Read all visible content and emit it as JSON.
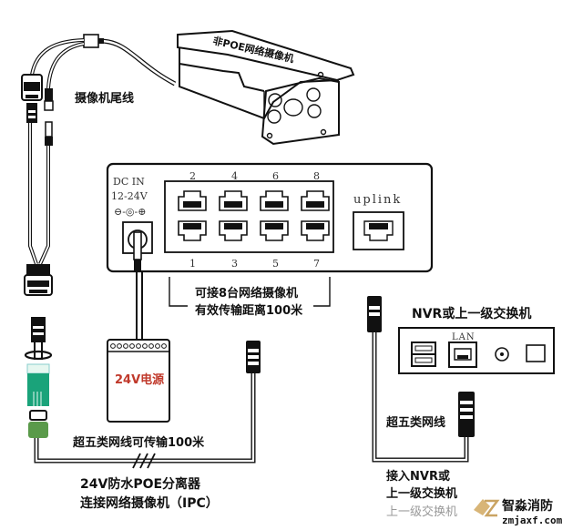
{
  "camera": {
    "label": "非POE网络摄像机",
    "tail_cable_label": "摄像机尾线"
  },
  "switch": {
    "dc_in_label": "DC IN",
    "voltage_label": "12-24V",
    "polarity_label": "⊖-◎-⊕",
    "uplink_label": "uplink",
    "port_numbers_top": [
      "2",
      "4",
      "6",
      "8"
    ],
    "port_numbers_bottom": [
      "1",
      "3",
      "5",
      "7"
    ],
    "caption_line1": "可接8台网络摄像机",
    "caption_line2": "有效传输距离100米"
  },
  "power_supply": {
    "label": "24V电源",
    "label_color": "#c0392b"
  },
  "cable": {
    "cat5e_100m_label": "超五类网线可传输100米",
    "cat5e_label": "超五类网线"
  },
  "splitter": {
    "caption_line1": "24V防水POE分离器",
    "caption_line2": "连接网络摄像机（IPC）",
    "accent_color": "#1aa37a",
    "boot_color": "#5a9a4a"
  },
  "nvr": {
    "title": "NVR或上一级交换机",
    "lan_label": "LAN",
    "connect_line1": "接入NVR或",
    "connect_line2": "上一级交换机",
    "faded_label": "上一级交换机"
  },
  "watermark": {
    "name": "智淼消防",
    "url": "zmjaxf.com"
  }
}
